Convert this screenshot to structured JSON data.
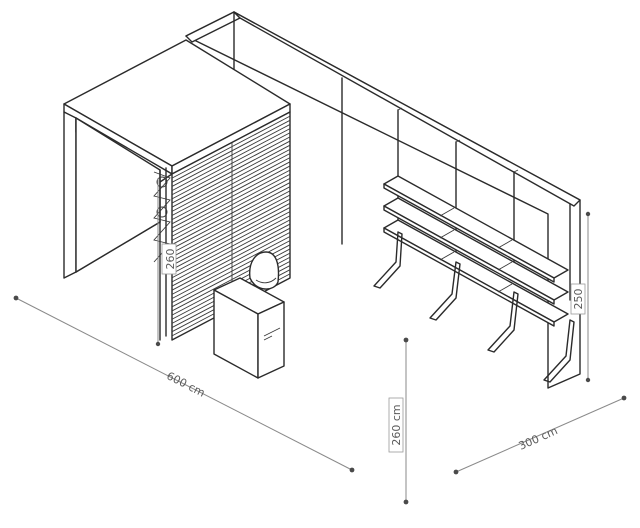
{
  "dimensions": {
    "length_label": "600 cm",
    "height_label": "260 cm",
    "depth_label": "300 cm",
    "cabin_height_label": "260",
    "wall_height_label": "250"
  }
}
